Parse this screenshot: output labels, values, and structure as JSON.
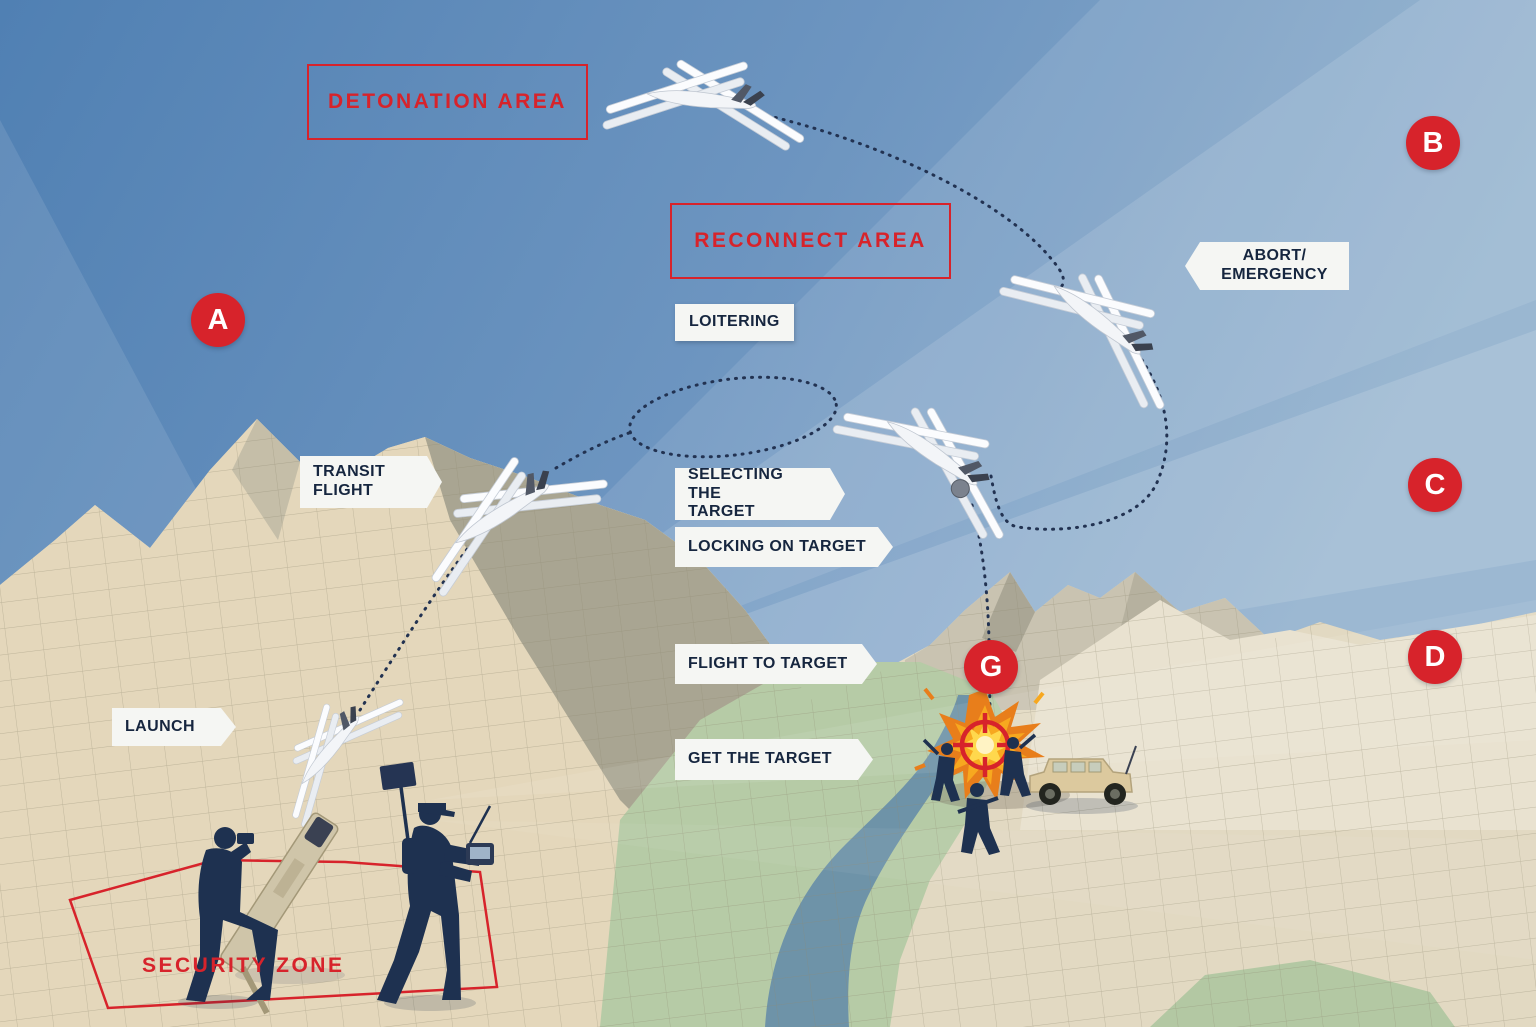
{
  "areas": {
    "detonation": "DETONATION AREA",
    "reconnect": "RECONNECT AREA",
    "security_zone": "SECURITY ZONE"
  },
  "steps": {
    "launch": "LAUNCH",
    "transit_flight": "TRANSIT\nFLIGHT",
    "loitering": "LOITERING",
    "selecting_target": "SELECTING THE\nTARGET",
    "locking_on_target": "LOCKING ON TARGET",
    "abort_emergency": "ABORT/\nEMERGENCY",
    "flight_to_target": "FLIGHT TO TARGET",
    "get_the_target": "GET THE TARGET"
  },
  "markers": {
    "a": "A",
    "b": "B",
    "c": "C",
    "d": "D",
    "g": "G"
  },
  "icons": {
    "drone": "loitering-munition-drone",
    "flight_path": "dotted-flight-path",
    "loiter_orbit": "dotted-loiter-ellipse",
    "explosion": "explosion-burst-with-target-reticle",
    "vehicle": "humvee-truck",
    "launch_tube": "launch-tube-ramp",
    "operator": "drone-operator-with-controller",
    "spotter": "kneeling-spotter-with-binoculars",
    "enemy_soldiers": "soldier-silhouettes"
  },
  "colors": {
    "accent_red": "#d7232b",
    "label_navy": "#16263f",
    "tag_bg": "#f5f6f3",
    "sky_left": "#5080b3",
    "sky_right": "#86a8c8",
    "terrain_tan": "#e2d9c2",
    "terrain_shadow": "#a9a592",
    "dune_pale": "#e9e2d0",
    "valley_green": "#b6cba6",
    "river_blue": "#6e93a8",
    "explosion_orange": "#e87e1b",
    "explosion_yellow": "#ffd84d",
    "drone_white": "#f3f5f8"
  }
}
